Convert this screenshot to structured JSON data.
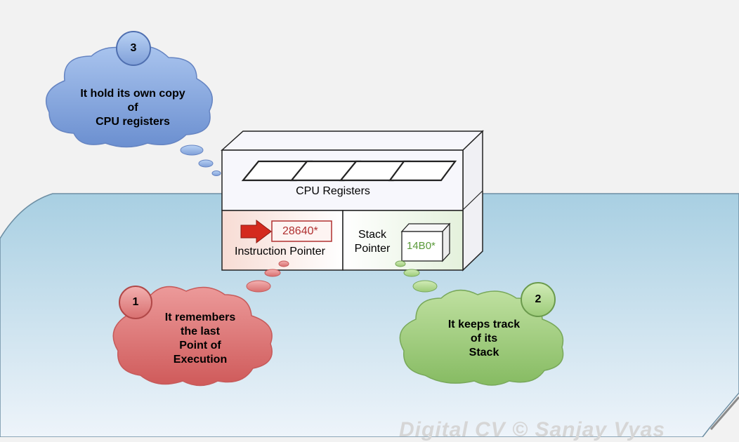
{
  "registers_box": {
    "title": "CPU Registers",
    "instruction_pointer_label": "Instruction Pointer",
    "instruction_pointer_value": "28640*",
    "stack_pointer_label": "Stack\nPointer",
    "stack_pointer_value": "14B0*"
  },
  "callouts": [
    {
      "number": "3",
      "text": "It hold its own copy\nof\nCPU registers",
      "color": "#7fa3dc"
    },
    {
      "number": "1",
      "text": "It remembers\nthe last\nPoint of\nExecution",
      "color": "#d96b6b"
    },
    {
      "number": "2",
      "text": "It keeps track\nof its\nStack",
      "color": "#95c571"
    }
  ],
  "watermark": "Digital CV © Sanjay Vyas",
  "colors": {
    "floor_top": "#a8cfe2",
    "floor_bottom": "#eef4fa",
    "box_top": "#f5f5fb",
    "pointer_red": "#d42a1e",
    "value_red": "#b03030",
    "value_green": "#5a9a3a"
  }
}
